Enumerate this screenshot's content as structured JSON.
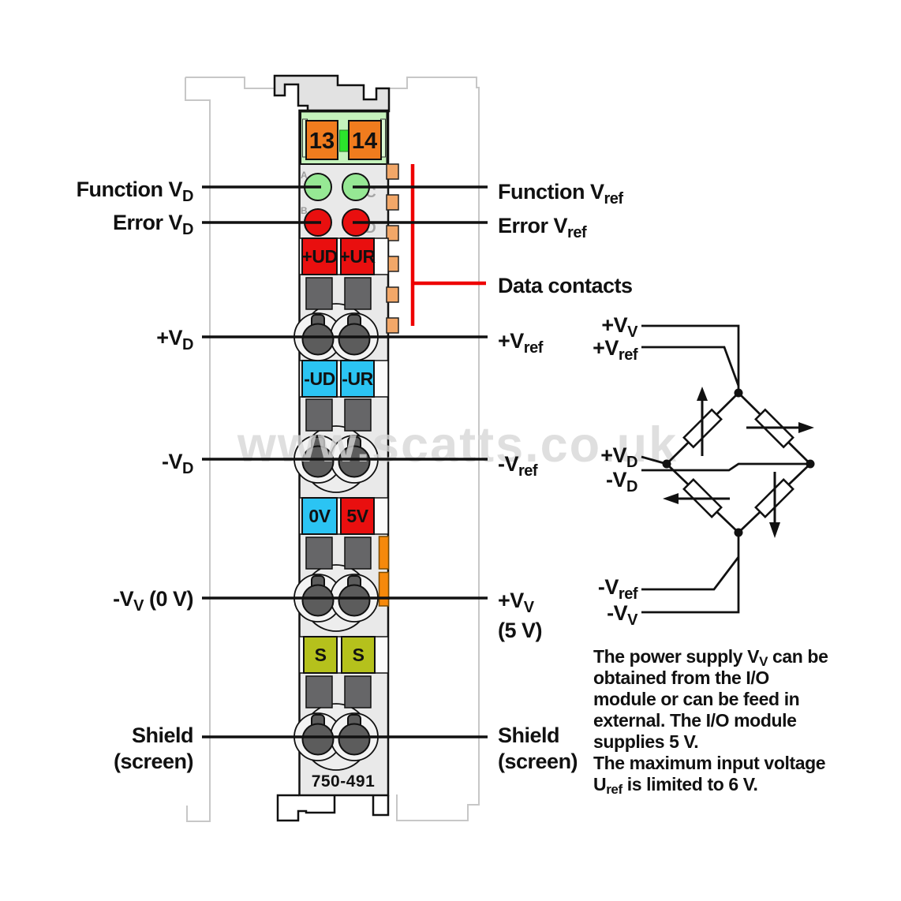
{
  "watermark": "www.scatts.co.uk",
  "colors": {
    "red": "#e90f0f",
    "blue": "#2bc4f3",
    "olive": "#b5c11c",
    "led_green": "#96e894",
    "green_bg": "#c5f2bc",
    "bright_green": "#2ce32c",
    "orange_terminal": "#f07c1e",
    "contact_tan": "#f2a768",
    "jumper_orange": "#f6890b",
    "indicator_red": "#ee0000"
  },
  "module": {
    "part_number": "750-491",
    "terminal_13": "13",
    "terminal_14": "14",
    "led_a": "A",
    "led_b": "B",
    "led_c": "C",
    "led_d": "D",
    "box_pud": "+UD",
    "box_pur": "+UR",
    "box_nud": "-UD",
    "box_nur": "-UR",
    "box_0v": "0V",
    "box_5v": "5V",
    "box_s1": "S",
    "box_s2": "S"
  },
  "labels_left": {
    "function_vd": {
      "pre": "Function V",
      "sub": "D"
    },
    "error_vd": {
      "pre": "Error V",
      "sub": "D"
    },
    "plus_vd": {
      "pre": "+V",
      "sub": "D"
    },
    "minus_vd": {
      "pre": "-V",
      "sub": "D"
    },
    "minus_vv": {
      "pre": "-V",
      "sub": "V",
      "post": " (0 V)"
    },
    "shield_line1": "Shield",
    "shield_line2": "(screen)"
  },
  "labels_right": {
    "function_vref": {
      "pre": "Function V",
      "sub": "ref"
    },
    "error_vref": {
      "pre": "Error V",
      "sub": "ref"
    },
    "data_contacts": "Data contacts",
    "plus_vref": {
      "pre": "+V",
      "sub": "ref"
    },
    "minus_vref": {
      "pre": "-V",
      "sub": "ref"
    },
    "plus_vv": {
      "pre": "+V",
      "sub": "V"
    },
    "plus_vv_line2": "(5 V)",
    "shield_line1": "Shield",
    "shield_line2": "(screen)"
  },
  "bridge": {
    "plus_vv": {
      "pre": "+V",
      "sub": "V"
    },
    "plus_vref": {
      "pre": "+V",
      "sub": "ref"
    },
    "plus_vd": {
      "pre": "+V",
      "sub": "D"
    },
    "minus_vd": {
      "pre": "-V",
      "sub": "D"
    },
    "minus_vref": {
      "pre": "-V",
      "sub": "ref"
    },
    "minus_vv": {
      "pre": "-V",
      "sub": "V"
    }
  },
  "note": {
    "lines": [
      [
        {
          "t": "The power supply V"
        },
        {
          "t": "V",
          "sub": true
        },
        {
          "t": " can be"
        }
      ],
      [
        {
          "t": "obtained from the I/O"
        }
      ],
      [
        {
          "t": "module or can be feed in"
        }
      ],
      [
        {
          "t": "external. The I/O module"
        }
      ],
      [
        {
          "t": "supplies 5 V."
        }
      ],
      [
        {
          "t": "The maximum input voltage"
        }
      ],
      [
        {
          "t": "U"
        },
        {
          "t": "ref",
          "sub": true
        },
        {
          "t": " is limited to 6 V."
        }
      ]
    ]
  }
}
